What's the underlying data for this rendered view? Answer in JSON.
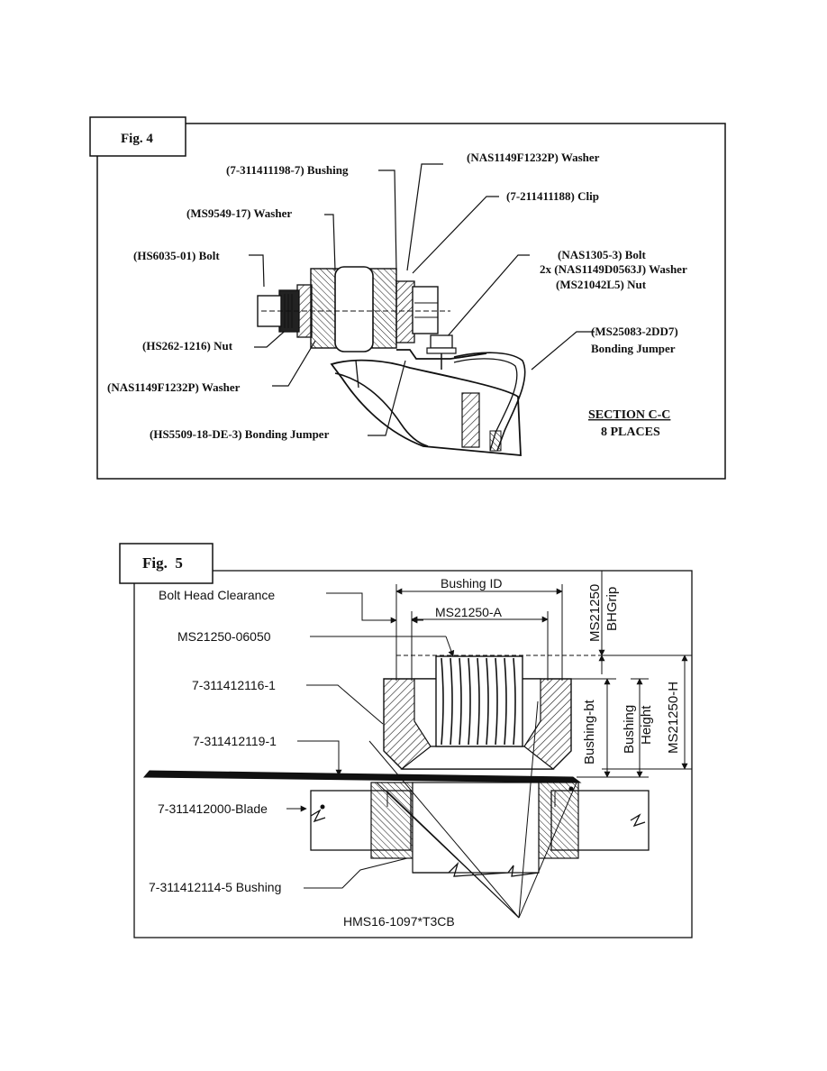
{
  "fig4": {
    "tag": "Fig. 4",
    "labels": {
      "bushing": "(7-311411198-7) Bushing",
      "washer_nas_top": "(NAS1149F1232P) Washer",
      "clip": "(7-211411188) Clip",
      "washer_ms9549": "(MS9549-17) Washer",
      "bolt_hs6035": "(HS6035-01) Bolt",
      "bolt_nas1305": "(NAS1305-3) Bolt",
      "washer_2x": "2x (NAS1149D0563J) Washer",
      "nut_ms21042": "(MS21042L5) Nut",
      "nut_hs262": "(HS262-1216) Nut",
      "jumper_ms25083_1": "(MS25083-2DD7)",
      "jumper_ms25083_2": "Bonding Jumper",
      "washer_nas_bottom": "(NAS1149F1232P) Washer",
      "jumper_hs5509": "(HS5509-18-DE-3) Bonding Jumper",
      "section": "SECTION C-C",
      "places": "8 PLACES"
    }
  },
  "fig5": {
    "tag": "Fig.  5",
    "labels": {
      "bolt_head_clearance": "Bolt Head Clearance",
      "bushing_id": "Bushing ID",
      "ms21250_a": "MS21250-A",
      "ms21250_06050": "MS21250-06050",
      "part_116": "7-311412116-1",
      "part_119": "7-311412119-1",
      "blade": "7-311412000-Blade",
      "bushing_114": "7-311412114-5 Bushing",
      "hms": "HMS16-1097*T3CB",
      "bhgrip_1": "MS21250",
      "bhgrip_2": "BHGrip",
      "bushing_bt": "Bushing-bt",
      "bushing_height_1": "Bushing",
      "bushing_height_2": "Height",
      "ms21250_h": "MS21250-H"
    }
  }
}
